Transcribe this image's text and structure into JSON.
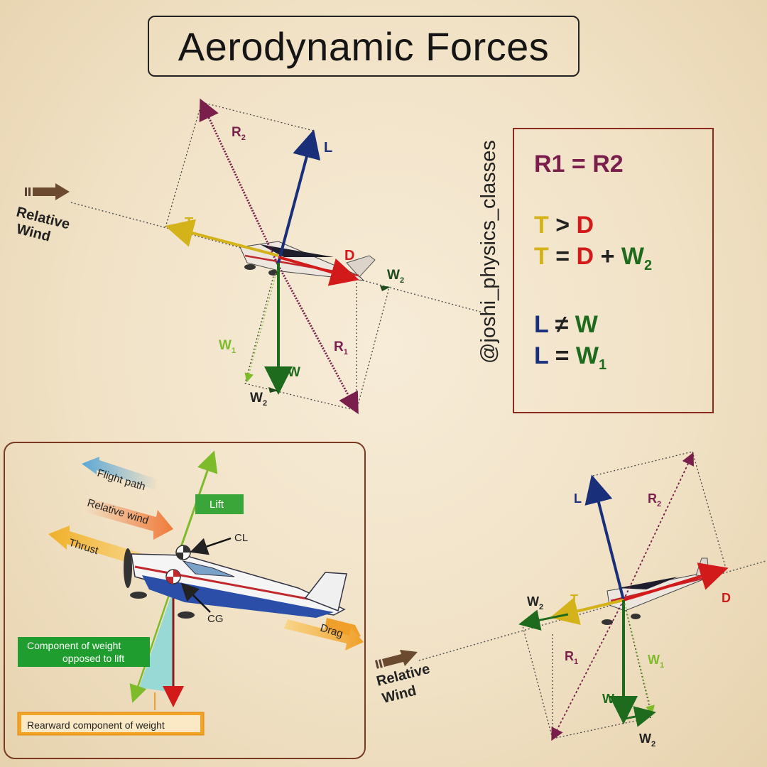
{
  "title": "Aerodynamic Forces",
  "watermark": "@joshi_physics_classes",
  "equations": {
    "r1_eq_r2": "R1 = R2",
    "t": "T",
    "gt": ">",
    "d": "D",
    "eq": "=",
    "plus": "+",
    "w": "W",
    "w_sub2": "2",
    "l": "L",
    "neq": "≠",
    "w_sub1": "1"
  },
  "top_diagram": {
    "relative_wind_1": "Relative",
    "relative_wind_2": "Wind",
    "R": "R",
    "sub1": "1",
    "sub2": "2",
    "L": "L",
    "T": "T",
    "D": "D",
    "W": "W"
  },
  "inset": {
    "flight_path": "Flight path",
    "relative_wind": "Relative wind",
    "thrust": "Thrust",
    "lift": "Lift",
    "cl": "CL",
    "cg": "CG",
    "drag": "Drag",
    "weight_opposed_1": "Component of weight",
    "weight_opposed_2": "opposed to lift",
    "rearward": "Rearward component of weight"
  },
  "colors": {
    "resultant": "#7a1f4c",
    "lift": "#1a2f7a",
    "thrust": "#d4b21a",
    "drag": "#d21a1a",
    "weight": "#1e6b1e",
    "frame": "#8b2a1e"
  }
}
